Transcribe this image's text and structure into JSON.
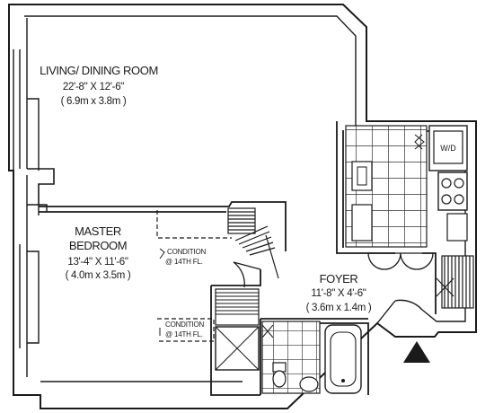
{
  "rooms": {
    "living": {
      "name": "LIVING/ DINING ROOM",
      "dim_imperial": "22'-8\" X 12'-6\"",
      "dim_metric": "( 6.9m x 3.8m )"
    },
    "master": {
      "name_line1": "MASTER",
      "name_line2": "BEDROOM",
      "dim_imperial": "13'-4\" X 11'-6\"",
      "dim_metric": "( 4.0m x 3.5m )"
    },
    "foyer": {
      "name": "FOYER",
      "dim_imperial": "11'-8\" X 4'-6\"",
      "dim_metric": "( 3.6m x 1.4m )"
    }
  },
  "notes": {
    "condition_upper_line1": "CONDITION",
    "condition_upper_line2": "@ 14TH FL.",
    "condition_lower_line1": "CONDITION",
    "condition_lower_line2": "@ 14TH FL."
  },
  "fixtures": {
    "washer_dryer": "W/D"
  },
  "north_arrow": {
    "icon": "north-arrow-triangle-icon"
  }
}
